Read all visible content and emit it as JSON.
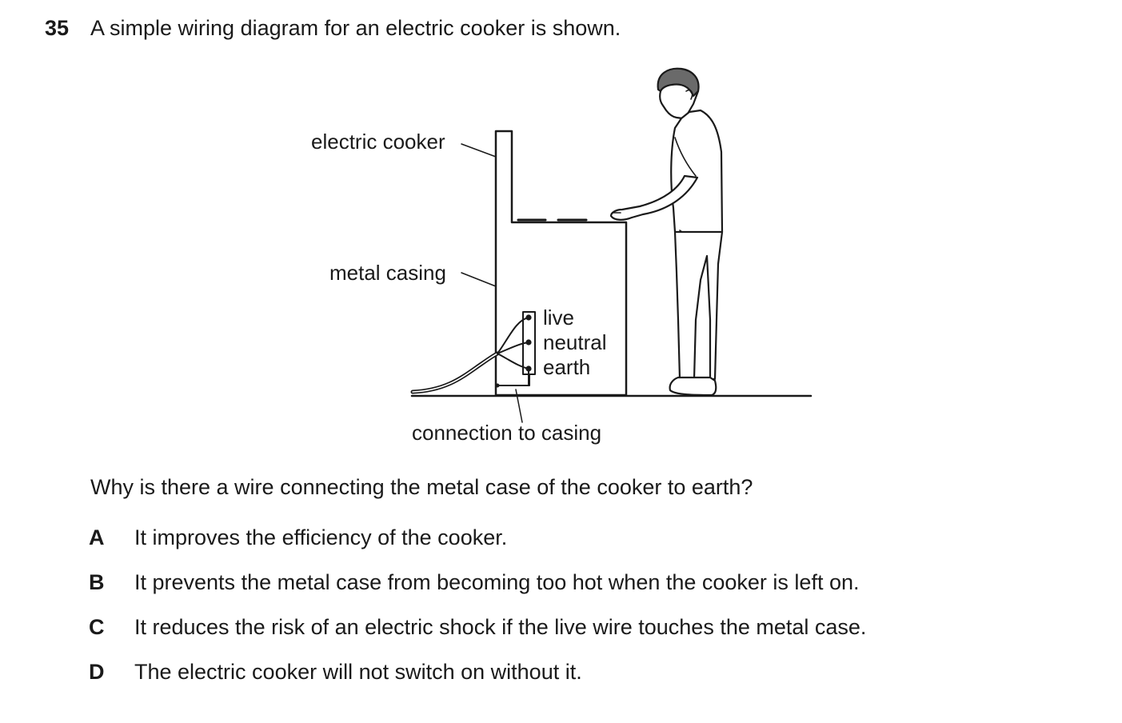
{
  "question": {
    "number": "35",
    "stem": "A simple wiring diagram for an electric cooker is shown.",
    "prompt": "Why is there a wire connecting the metal case of the cooker to earth?"
  },
  "diagram": {
    "labels": {
      "electric_cooker": "electric cooker",
      "metal_casing": "metal casing",
      "live": "live",
      "neutral": "neutral",
      "earth": "earth",
      "connection_to_casing": "connection to casing"
    }
  },
  "options": [
    {
      "letter": "A",
      "text": "It improves the efficiency of the cooker."
    },
    {
      "letter": "B",
      "text": "It prevents the metal case from becoming too hot when the cooker is left on."
    },
    {
      "letter": "C",
      "text": "It reduces the risk of an electric shock if the live wire touches the metal case."
    },
    {
      "letter": "D",
      "text": "The electric cooker will not switch on without it."
    }
  ]
}
